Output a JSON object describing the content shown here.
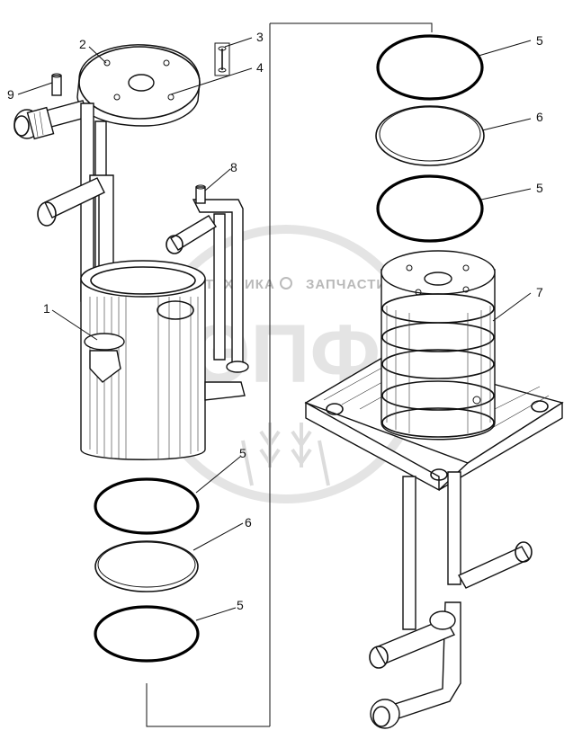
{
  "watermark": {
    "left": "ТЕХНИКА",
    "right": "ЗАПЧАСТИ",
    "logo": "ЭПФ"
  },
  "callouts": [
    {
      "id": "c1",
      "text": "1"
    },
    {
      "id": "c2",
      "text": "2"
    },
    {
      "id": "c3",
      "text": "3"
    },
    {
      "id": "c4",
      "text": "4"
    },
    {
      "id": "c5a",
      "text": "5"
    },
    {
      "id": "c5b",
      "text": "5"
    },
    {
      "id": "c5c",
      "text": "5"
    },
    {
      "id": "c5d",
      "text": "5"
    },
    {
      "id": "c6a",
      "text": "6"
    },
    {
      "id": "c6b",
      "text": "6"
    },
    {
      "id": "c7",
      "text": "7"
    },
    {
      "id": "c8",
      "text": "8"
    },
    {
      "id": "c9",
      "text": "9"
    }
  ]
}
